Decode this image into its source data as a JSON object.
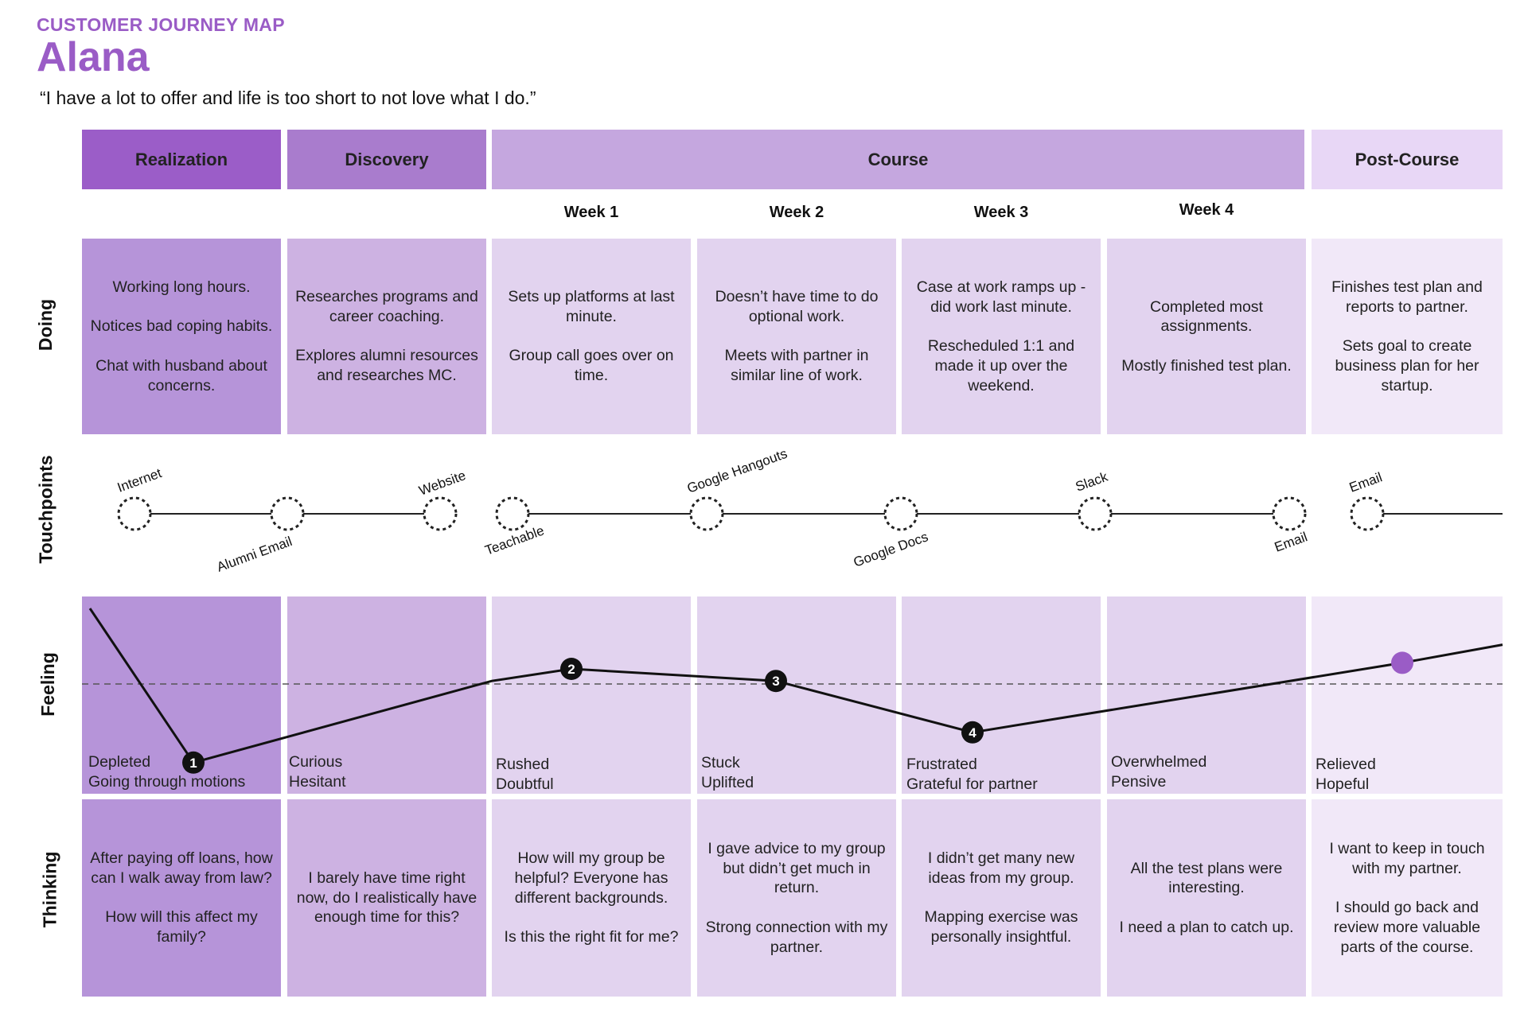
{
  "header": {
    "kicker": "CUSTOMER JOURNEY MAP",
    "persona": "Alana",
    "quote": "“I have a lot to offer and life is too short to not love what I do.”"
  },
  "colors": {
    "accent": "#9a5cc6",
    "stage_realization": "#9b5dc8",
    "stage_discovery": "#a97ccd",
    "stage_course": "#c5a7df",
    "stage_postcourse": "#e8d7f6"
  },
  "stages": [
    {
      "label": "Realization"
    },
    {
      "label": "Discovery"
    },
    {
      "label": "Course"
    },
    {
      "label": "Post-Course"
    }
  ],
  "weeks": [
    "Week 1",
    "Week 2",
    "Week 3",
    "Week 4"
  ],
  "row_labels": {
    "doing": "Doing",
    "touchpoints": "Touchpoints",
    "feeling": "Feeling",
    "thinking": "Thinking"
  },
  "doing": [
    "Working long hours.\n\nNotices bad coping habits.\n\nChat with husband about concerns.",
    "Researches programs and career coaching.\n\nExplores alumni resources and researches MC.",
    "Sets up platforms at last minute.\n\nGroup call goes over on time.",
    "Doesn’t have time to do optional work.\n\nMeets with partner in similar line of work.",
    "Case at work ramps up - did work last minute.\n\nRescheduled 1:1 and made it up over the weekend.",
    "Completed most assignments.\n\nMostly finished test plan.",
    "Finishes test plan and reports to partner.\n\nSets goal to create business plan for her startup."
  ],
  "touchpoints": [
    {
      "label": "Internet",
      "position": "above"
    },
    {
      "label": "Alumni Email",
      "position": "below"
    },
    {
      "label": "Website",
      "position": "above"
    },
    {
      "label": "Teachable",
      "position": "below"
    },
    {
      "label": "Google Hangouts",
      "position": "above"
    },
    {
      "label": "Google Docs",
      "position": "below"
    },
    {
      "label": "Slack",
      "position": "above"
    },
    {
      "label": "Email",
      "position": "below"
    },
    {
      "label": "Email",
      "position": "above"
    }
  ],
  "feelings": [
    "Depleted\nGoing through motions",
    "Curious\nHesitant",
    "Rushed\nDoubtful",
    "Stuck\nUplifted",
    "Frustrated\nGrateful for partner",
    "Overwhelmed\nPensive",
    "Relieved\nHopeful"
  ],
  "emotion_curve": {
    "baseline": 0,
    "points": [
      {
        "marker": "",
        "level": 2.5
      },
      {
        "marker": "1",
        "level": -2.6
      },
      {
        "marker": "",
        "level": 0.1
      },
      {
        "marker": "2",
        "level": 0.5
      },
      {
        "marker": "3",
        "level": 0.1
      },
      {
        "marker": "4",
        "level": -1.6
      },
      {
        "marker": "dot",
        "level": 0.7
      },
      {
        "marker": "",
        "level": 1.3
      }
    ]
  },
  "thinking": [
    "After paying off loans, how can I walk away from law?\n\nHow will this affect my family?",
    "I barely have time right now, do I realistically have enough time for this?",
    "How will my group be helpful? Everyone has different backgrounds.\n\nIs this the right fit for me?",
    "I gave advice to my group but didn’t get much in return.\n\nStrong connection with my partner.",
    "I didn’t get many new ideas from my group.\n\nMapping exercise was personally insightful.",
    "All the test plans were interesting.\n\nI need a plan to catch up.",
    "I want to keep in touch with my partner.\n\nI should go back and review more valuable parts of the course."
  ]
}
